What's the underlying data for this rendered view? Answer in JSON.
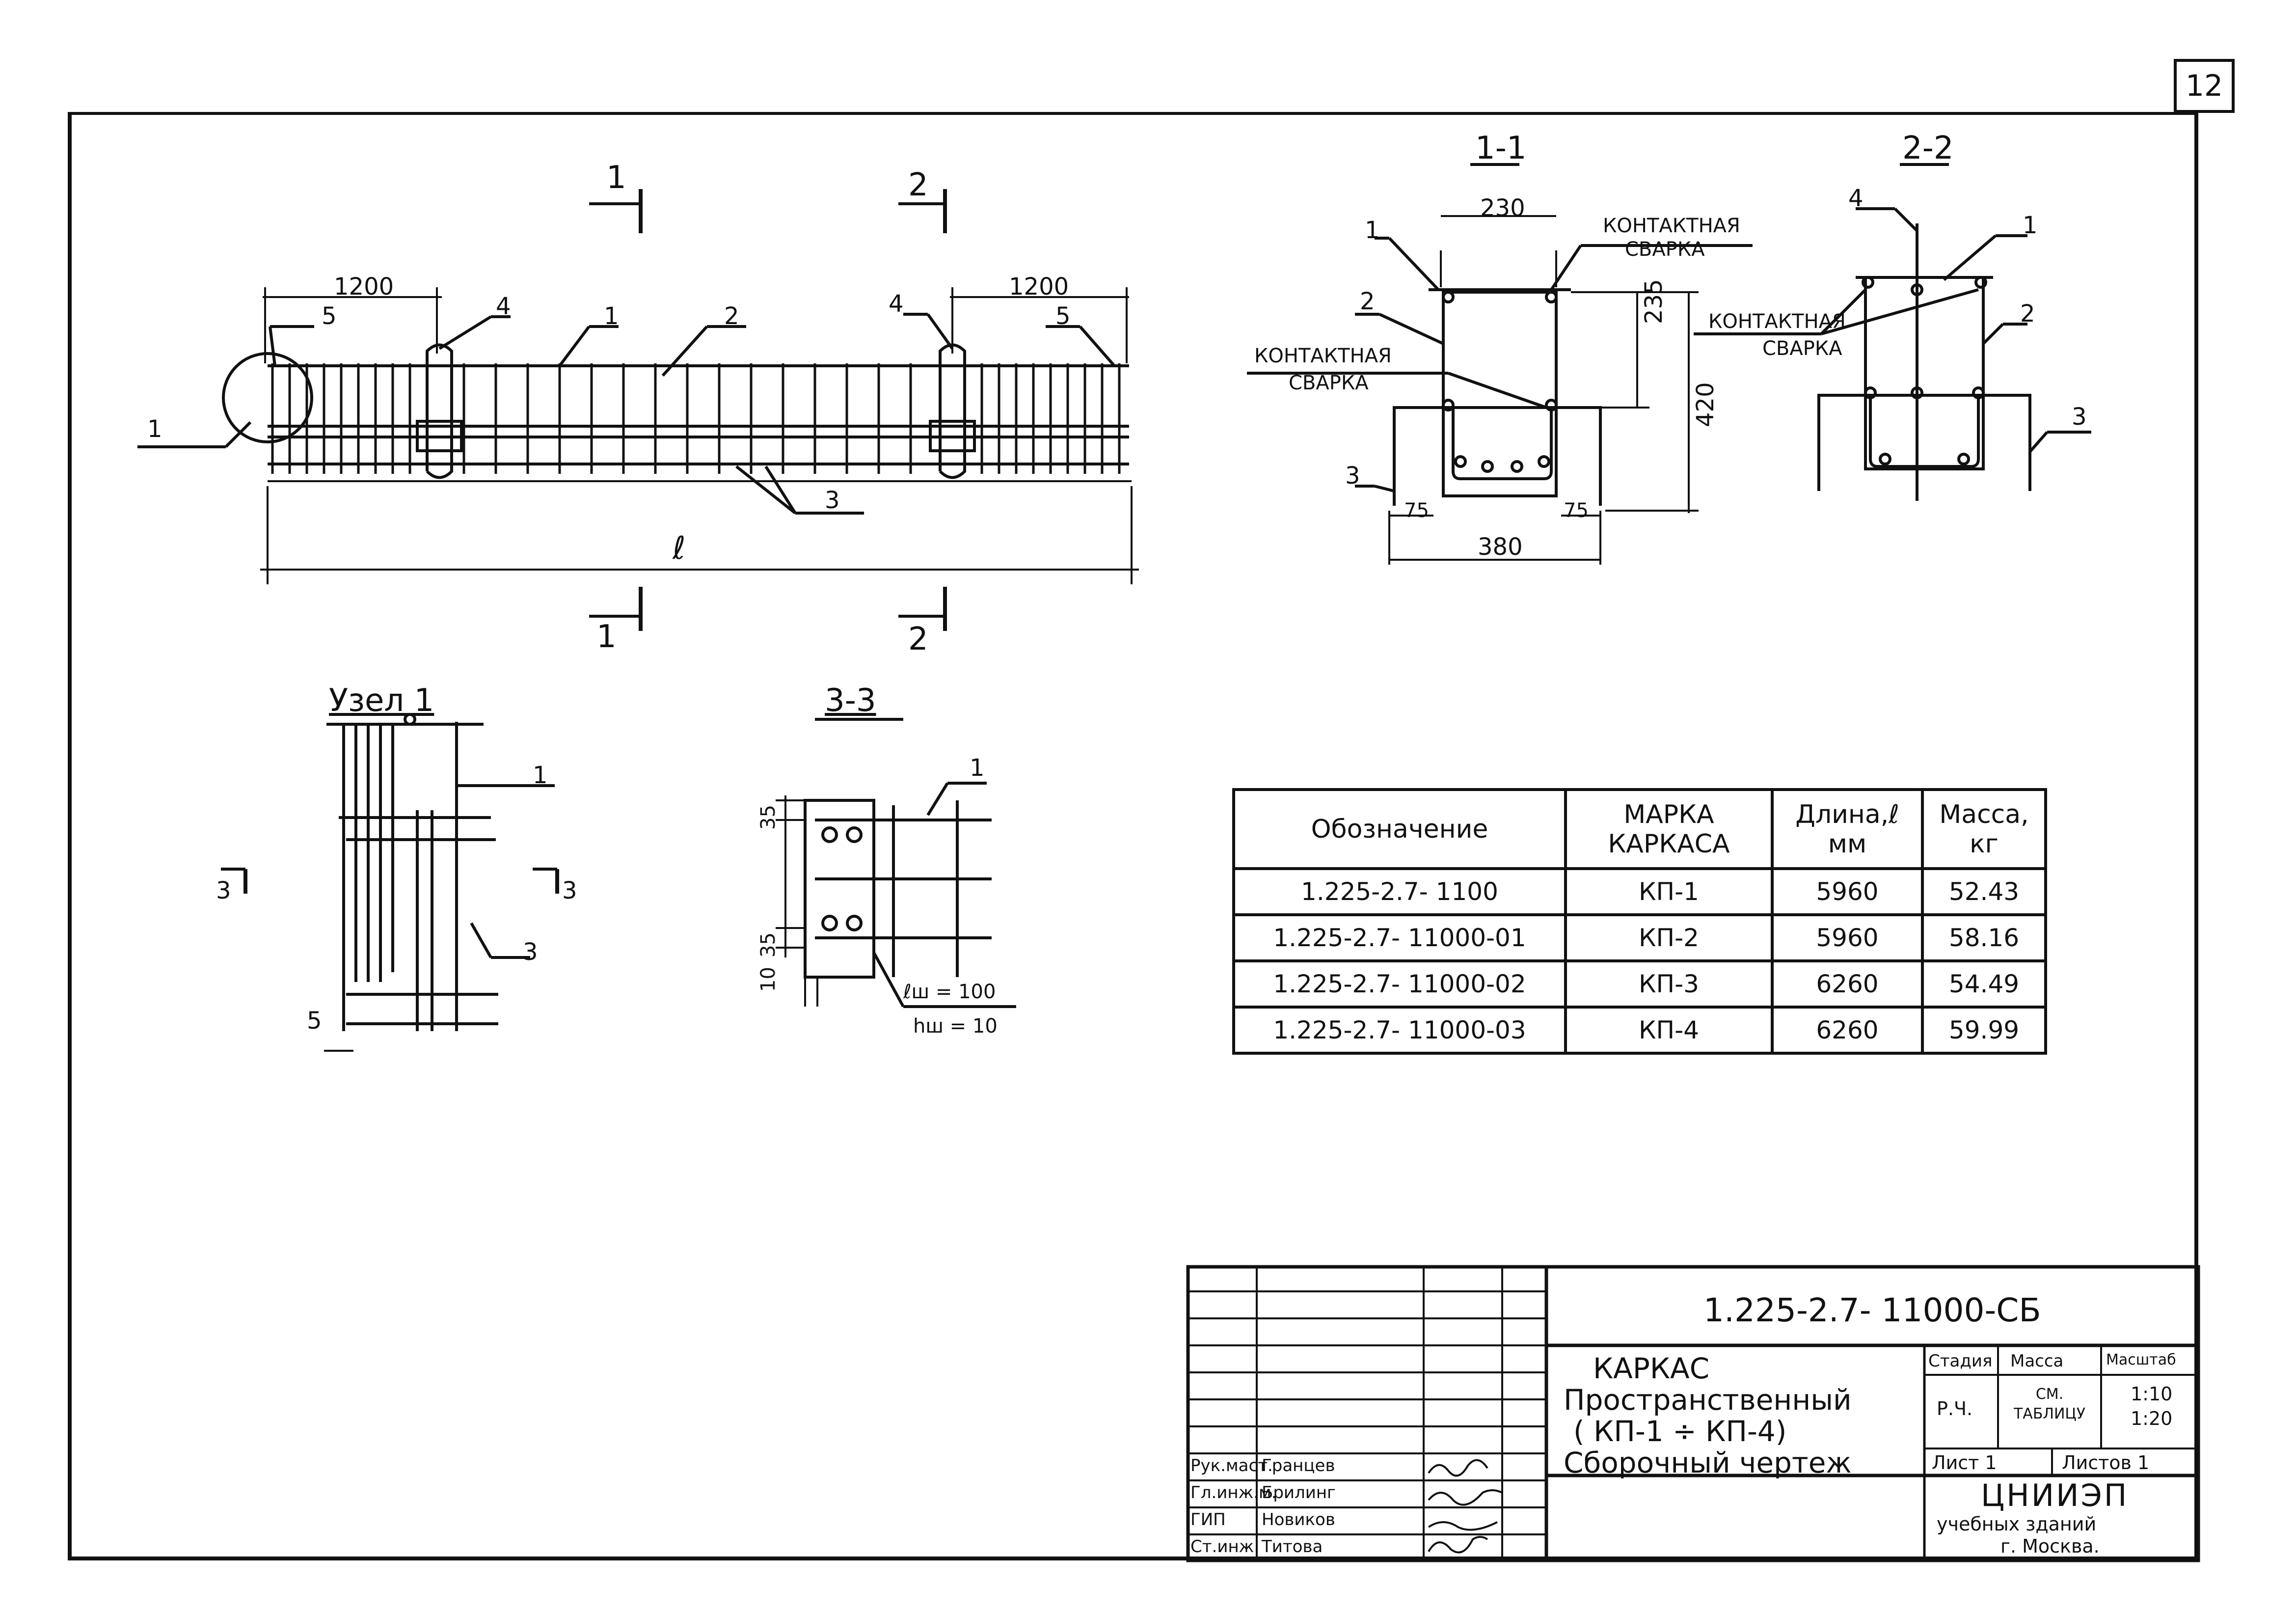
{
  "sheet_number": "12",
  "main_view": {
    "dim_left": "1200",
    "dim_right": "1200",
    "length_label": "ℓ",
    "callouts": [
      "1",
      "2",
      "3",
      "4",
      "5"
    ],
    "section_marks": [
      "1",
      "2"
    ]
  },
  "section_1_1": {
    "title": "1-1",
    "dim_top": "230",
    "dim_v_upper": "235",
    "dim_v_total": "420",
    "dim_bottom": "380",
    "dim_left_small": "75",
    "dim_right_small": "75",
    "weld_note_line1": "КОНТАКТНАЯ",
    "weld_note_line2": "СВАРКА"
  },
  "section_2_2": {
    "title": "2-2",
    "weld_note_line1": "КОНТАКТНАЯ",
    "weld_note_line2": "СВАРКА"
  },
  "node_1": {
    "title": "Узел 1",
    "mark": "3",
    "dim": "5"
  },
  "section_3_3": {
    "title": "3-3",
    "dim_a": "35",
    "dim_b": "35",
    "dim_c": "10",
    "weld_length": "ℓш = 100",
    "weld_height": "hш = 10"
  },
  "spec_table": {
    "headers": [
      "Обозначение",
      "МАРКА КАРКАСА",
      "Длина,ℓ мм",
      "Масса, кг"
    ],
    "rows": [
      [
        "1.225-2.7- 1100",
        "КП-1",
        "5960",
        "52.43"
      ],
      [
        "1.225-2.7- 11000-01",
        "КП-2",
        "5960",
        "58.16"
      ],
      [
        "1.225-2.7- 11000-02",
        "КП-3",
        "6260",
        "54.49"
      ],
      [
        "1.225-2.7- 11000-03",
        "КП-4",
        "6260",
        "59.99"
      ]
    ]
  },
  "title_block": {
    "doc_number": "1.225-2.7- 11000-СБ",
    "title_lines": [
      "КАРКАС",
      "Пространственный",
      "( КП-1 ÷ КП-4)",
      "Сборочный чертеж"
    ],
    "stage_label": "Стадия",
    "mass_label": "Масса",
    "scale_label": "Масштаб",
    "stage_value": "Р.Ч.",
    "mass_value": "СМ. ТАБЛИЦУ",
    "scale_value_1": "1:10",
    "scale_value_2": "1:20",
    "sheet_label": "Лист 1",
    "sheets_label": "Листов 1",
    "org_line1": "ЦНИИЭП",
    "org_line2": "учебных зданий",
    "org_line3": "г. Москва.",
    "signers": [
      {
        "role": "Рук.маст.",
        "name": "Гранцев"
      },
      {
        "role": "Гл.инж.м.",
        "name": "Брилинг"
      },
      {
        "role": "ГИП",
        "name": "Новиков"
      },
      {
        "role": "Ст.инж.",
        "name": "Титова"
      }
    ]
  }
}
